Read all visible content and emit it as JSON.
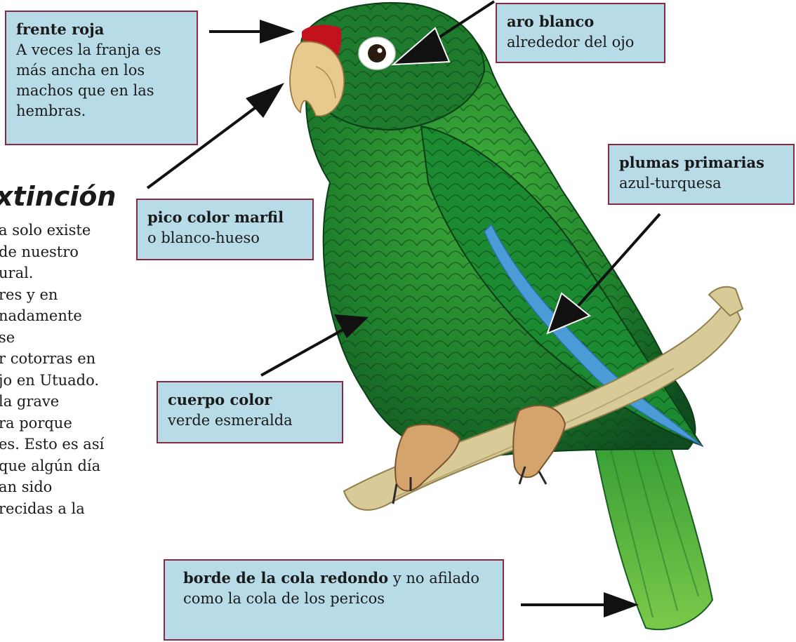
{
  "side_panel": {
    "title": "xtinción",
    "lines": [
      "a solo existe",
      "de nuestro",
      "ural.",
      "res y en",
      "nadamente",
      "se",
      "r cotorras en",
      "jo en Utuado.",
      "la grave",
      "ra porque",
      "es. Esto es así",
      "que algún día",
      "an sido",
      "recidas a la"
    ]
  },
  "labels": {
    "forehead": {
      "bold": "frente roja",
      "text": "A veces la franja es más ancha en los machos que en las hembras."
    },
    "eye_ring": {
      "bold": "aro blanco",
      "text": "alrededor del ojo"
    },
    "beak": {
      "bold": "pico color marfil",
      "text": "o blanco-hueso"
    },
    "primaries": {
      "bold": "plumas primarias",
      "text": "azul-turquesa"
    },
    "body": {
      "bold": "cuerpo color",
      "text": "verde esmeralda"
    },
    "tail": {
      "bold": "borde de la cola redondo",
      "text": "y no afilado como la cola de los pericos"
    }
  },
  "colors": {
    "box_fill": "#b7dce8",
    "box_border": "#8b2846",
    "plumage_green": "#1f8a2e",
    "forehead_red": "#c4121d",
    "primaries_blue": "#4a9bd6",
    "beak_ivory": "#e8c98e"
  }
}
